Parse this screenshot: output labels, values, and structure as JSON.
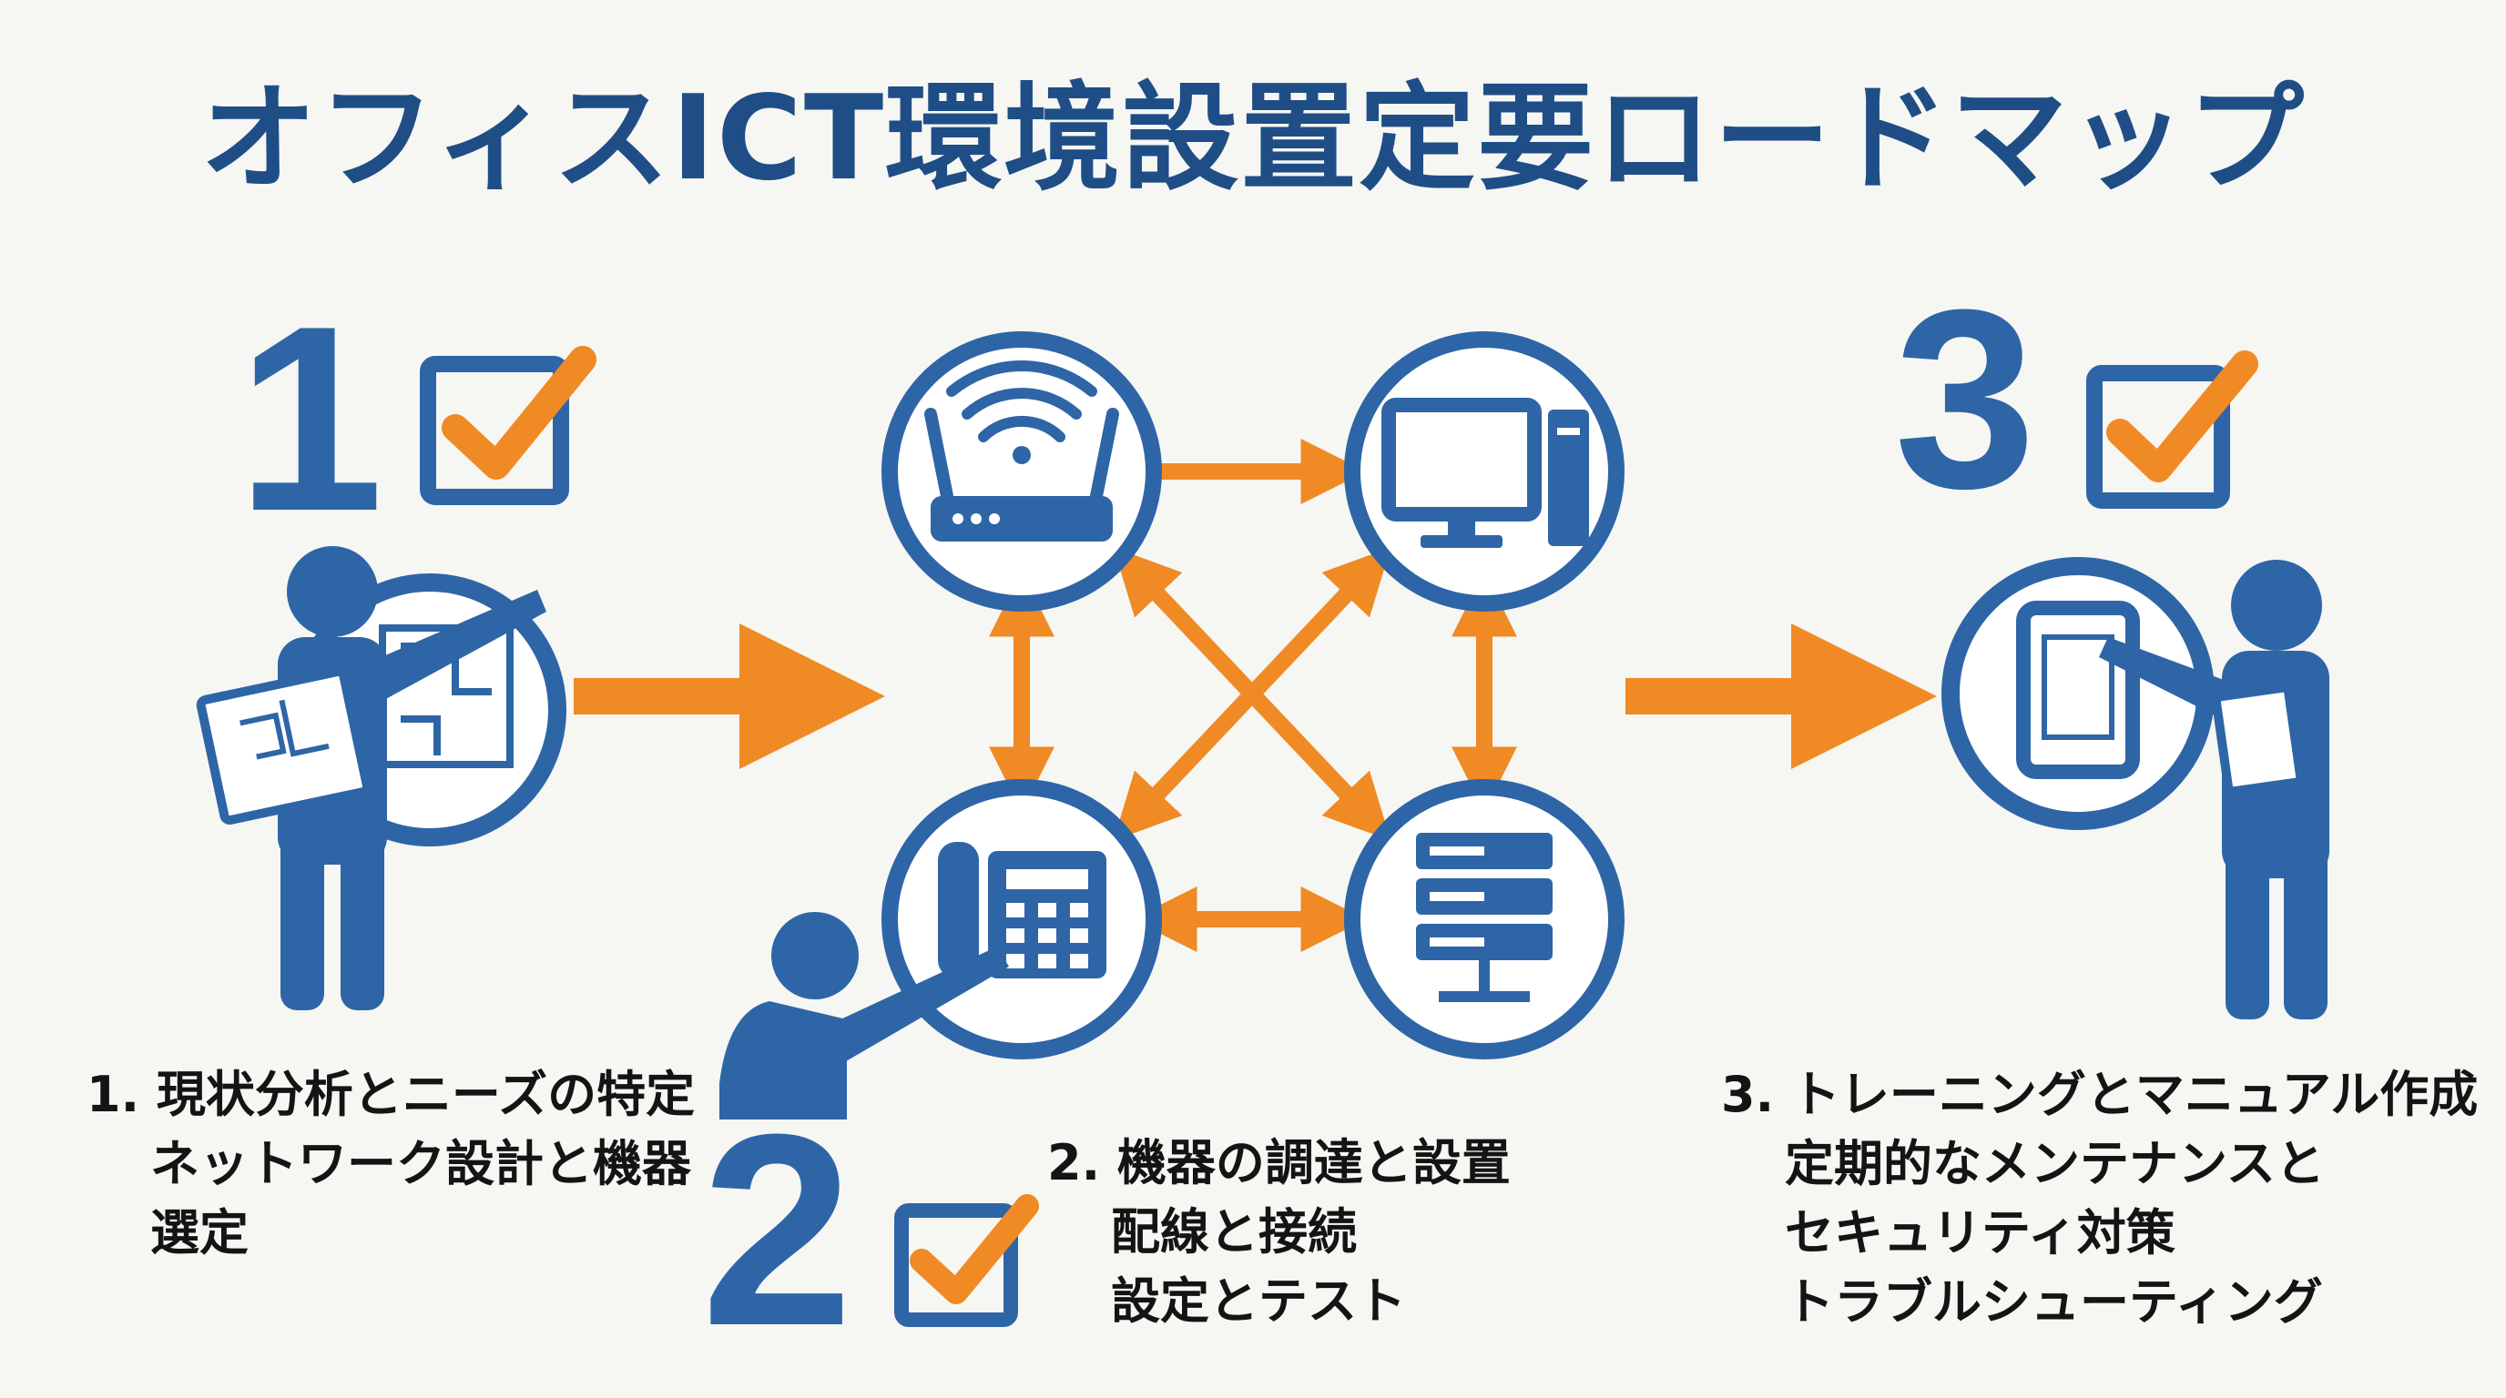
{
  "title": "オフィスICT環境設置定要ロードマップ",
  "colors": {
    "blue": "#2e65a6",
    "navy": "#1f4e86",
    "orange": "#f08a24",
    "text": "#141414"
  },
  "steps": [
    {
      "number": "1",
      "lines": [
        "1. 現状分析とニーズの特定",
        "ネットワーク設計と機器",
        "選定"
      ]
    },
    {
      "number": "2",
      "lines": [
        "2. 機器の調達と設置",
        "配線と接続",
        "設定とテスト"
      ]
    },
    {
      "number": "3",
      "lines": [
        "3. トレーニングとマニュアル作成",
        "定期的なメンテナンスと",
        "セキュリティ対策",
        "トラブルシューティング"
      ]
    }
  ],
  "devices": [
    "wifi-router-icon",
    "desktop-computer-icon",
    "office-phone-icon",
    "server-icon"
  ]
}
